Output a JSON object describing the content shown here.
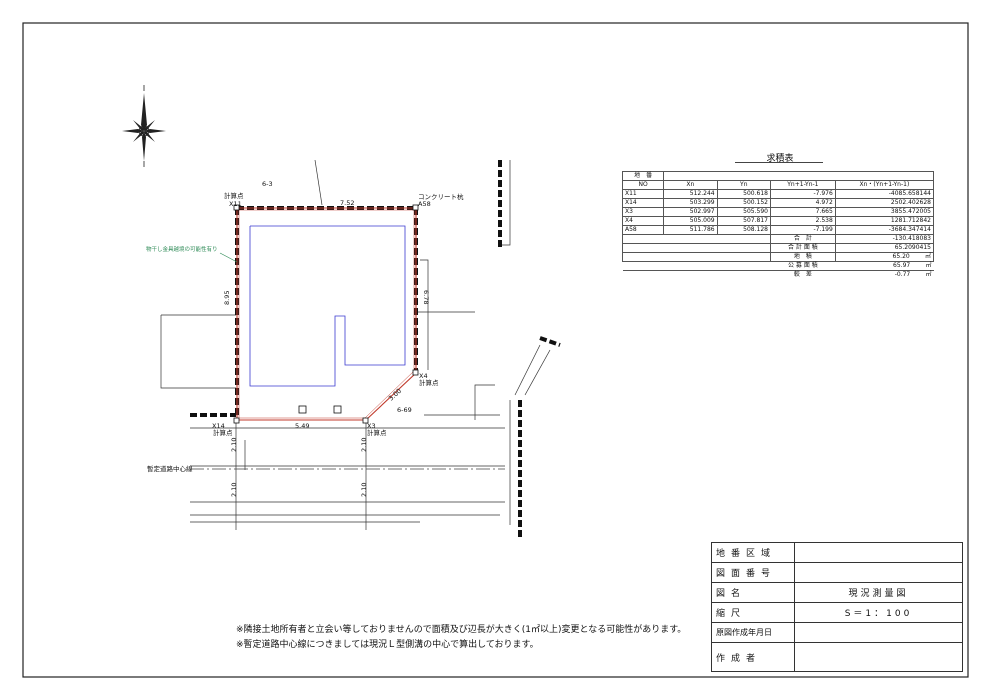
{
  "labels": {
    "parcel_north": "6-3",
    "calc_point": "計算点",
    "concrete_pile": "コンクリート杭",
    "possible_boundary": "物干し金具越境の可能性有り",
    "provisional_center": "暫定道路中心線",
    "point_x11": "X11",
    "point_a58": "A58",
    "point_x4": "X4",
    "point_x3": "X3",
    "point_x14": "X14",
    "parcel_south_east": "6-69",
    "dim_top": "7.52",
    "dim_left": "8.95",
    "dim_right": "6.78",
    "dim_bottom": "5.49",
    "dim_diag": "3.00",
    "dim_road_1": "2.10",
    "dim_road_2": "2.10",
    "dim_road_3": "2.10",
    "dim_road_4": "2.10"
  },
  "area_table": {
    "title": "求積表",
    "header_top": "地　番",
    "header": [
      "NO",
      "Xn",
      "Yn",
      "Yn+1-Yn-1",
      "Xn・(Yn+1-Yn-1)"
    ],
    "rows": [
      [
        "X11",
        "512.244",
        "500.618",
        "-7.976",
        "-4085.658144"
      ],
      [
        "X14",
        "503.299",
        "500.152",
        "4.972",
        "2502.402628"
      ],
      [
        "X3",
        "502.997",
        "505.590",
        "7.665",
        "3855.472005"
      ],
      [
        "X4",
        "505.009",
        "507.817",
        "2.538",
        "1281.712842"
      ],
      [
        "A58",
        "511.786",
        "508.128",
        "-7.199",
        "-3684.347414"
      ]
    ],
    "total_label": "合　計",
    "total_value": "-130.418083",
    "calc_area_label": "合 計 面 積",
    "calc_area_value": "65.2090415",
    "land_area_label": "地　積",
    "land_area_value": "65.20",
    "public_area_label": "公 募 面 積",
    "public_area_value": "65.97",
    "diff_label": "較　差",
    "diff_value": "-0.77",
    "unit": "㎡"
  },
  "title_block": {
    "rows": [
      {
        "key": "地番区域",
        "value": ""
      },
      {
        "key": "図面番号",
        "value": ""
      },
      {
        "key": "図名",
        "value": "現況測量図"
      },
      {
        "key": "縮尺",
        "value": "S＝1：100"
      },
      {
        "key": "原図作成年月日",
        "value": ""
      },
      {
        "key": "作成者",
        "value": ""
      }
    ]
  },
  "notes": [
    "※隣接土地所有者と立会い等しておりませんので面積及び辺長が大きく(1㎡以上)変更となる可能性があります。",
    "※暫定道路中心線につきましては現況Ｌ型側溝の中心で算出しております。"
  ]
}
